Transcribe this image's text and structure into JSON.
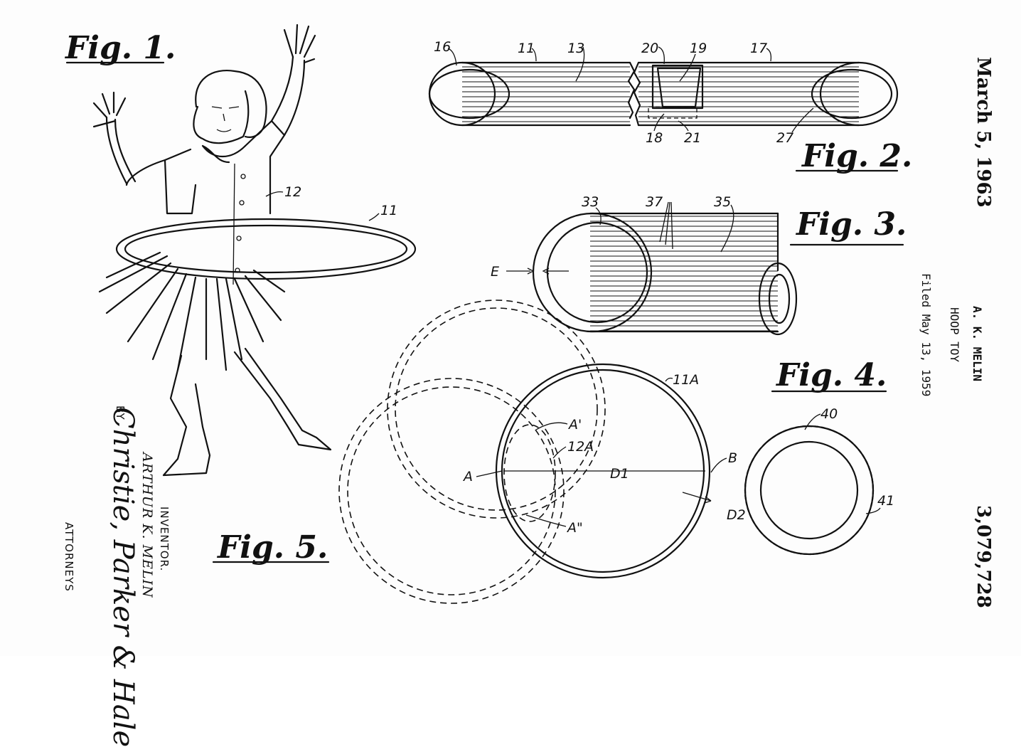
{
  "header": {
    "date": "March 5, 1963",
    "patent_number": "3,079,728",
    "inventor_line": "A. K. MELIN",
    "title": "HOOP TOY",
    "filed": "Filed May 13, 1959"
  },
  "figures": {
    "fig1": "Fig. 1.",
    "fig2": "Fig. 2.",
    "fig3": "Fig. 3.",
    "fig4": "Fig. 4.",
    "fig5": "Fig. 5."
  },
  "references": {
    "r11": "11",
    "r12": "12",
    "r13": "13",
    "r16": "16",
    "r17": "17",
    "r18": "18",
    "r19": "19",
    "r20": "20",
    "r21": "21",
    "r27": "27",
    "r33": "33",
    "r35": "35",
    "r37": "37",
    "r40": "40",
    "r41": "41",
    "E": "E",
    "r11A": "11A",
    "r12A": "12A",
    "A": "A",
    "A1": "A'",
    "A2": "A\"",
    "B": "B",
    "D1": "D1",
    "D2": "D2"
  },
  "signature_block": {
    "inventor_label": "INVENTOR.",
    "inventor_name": "ARTHUR K. MELIN",
    "by": "BY",
    "signature": "Christie, Parker & Hale",
    "attorneys": "ATTORNEYS"
  }
}
